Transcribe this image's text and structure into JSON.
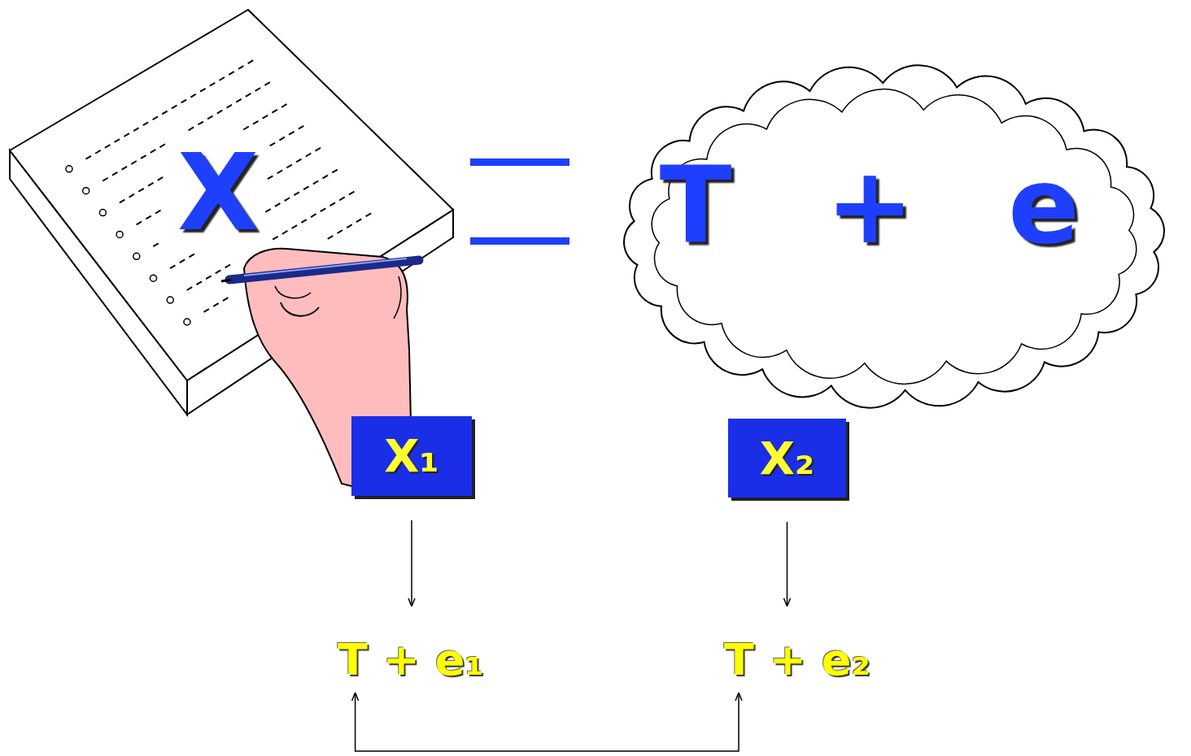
{
  "diagram": {
    "nodes": [
      {
        "text": [
          "T + e"
        ]
      },
      {
        "text": [
          "X₁"
        ]
      },
      {
        "text": [
          "X₂"
        ]
      },
      {
        "text": [
          "T + e₁"
        ]
      },
      {
        "text": [
          "T + e₂"
        ]
      }
    ],
    "edges": [
      {
        "from": 1,
        "to": 3,
        "arrow": "to"
      },
      {
        "from": 2,
        "to": 4,
        "arrow": "to"
      },
      {
        "from": 3,
        "to": 4,
        "arrow": "both"
      }
    ],
    "labels": [
      "X"
    ]
  }
}
